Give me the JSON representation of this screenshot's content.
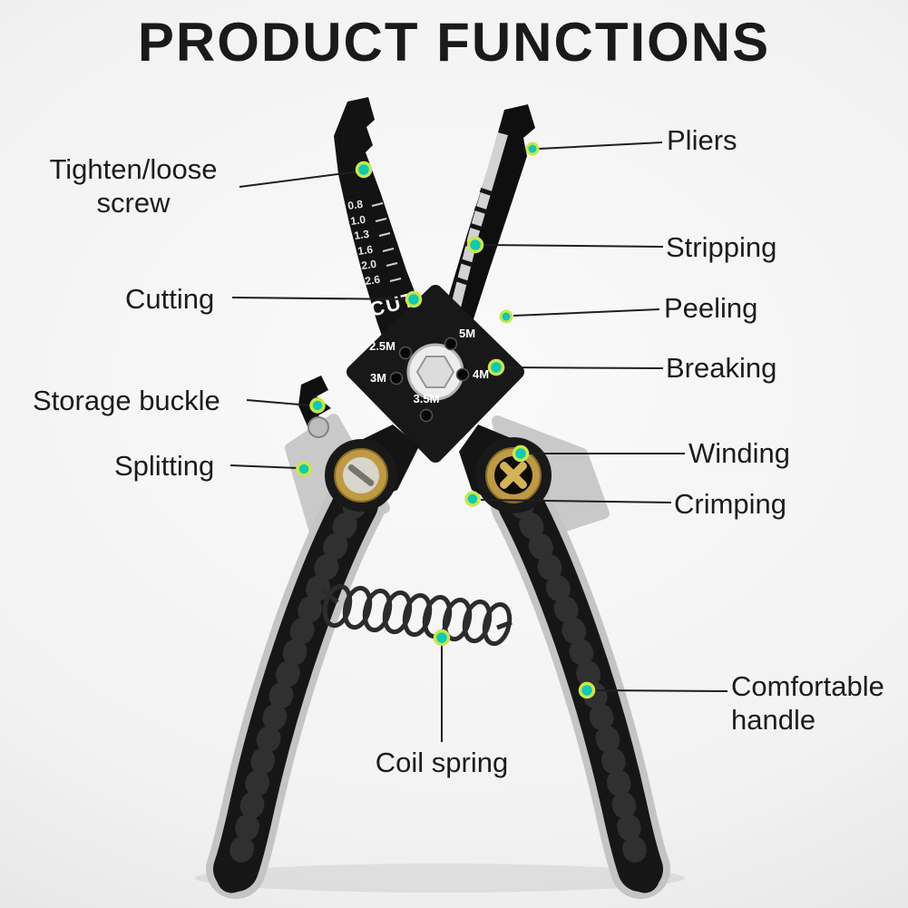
{
  "title": "PRODUCT FUNCTIONS",
  "colors": {
    "background": "#f2f2f2",
    "label_text": "#1c1c1c",
    "callout_line": "#1f1f1f",
    "dot_fill": "#10c9b2",
    "dot_ring": "#c9e64b",
    "tool_black": "#141414",
    "tool_gray": "#c9c9c9",
    "grommet_gold": "#bf9a45"
  },
  "callouts": [
    {
      "id": "tighten-loose-screw",
      "label": "Tighten/loose screw"
    },
    {
      "id": "cutting",
      "label": "Cutting"
    },
    {
      "id": "storage-buckle",
      "label": "Storage buckle"
    },
    {
      "id": "splitting",
      "label": "Splitting"
    },
    {
      "id": "coil-spring",
      "label": "Coil spring"
    },
    {
      "id": "pliers",
      "label": "Pliers"
    },
    {
      "id": "stripping",
      "label": "Stripping"
    },
    {
      "id": "peeling",
      "label": "Peeling"
    },
    {
      "id": "breaking",
      "label": "Breaking"
    },
    {
      "id": "winding",
      "label": "Winding"
    },
    {
      "id": "crimping",
      "label": "Crimping"
    },
    {
      "id": "comfortable-handle",
      "label": "Comfortable handle"
    }
  ],
  "tool_markings": {
    "cut": "CUT",
    "wire_gauges": [
      "0.8",
      "1.0",
      "1.3",
      "1.6",
      "2.0",
      "2.6"
    ],
    "hole_sizes": [
      "2.5M",
      "5M",
      "3M",
      "4M",
      "3.5M"
    ]
  }
}
